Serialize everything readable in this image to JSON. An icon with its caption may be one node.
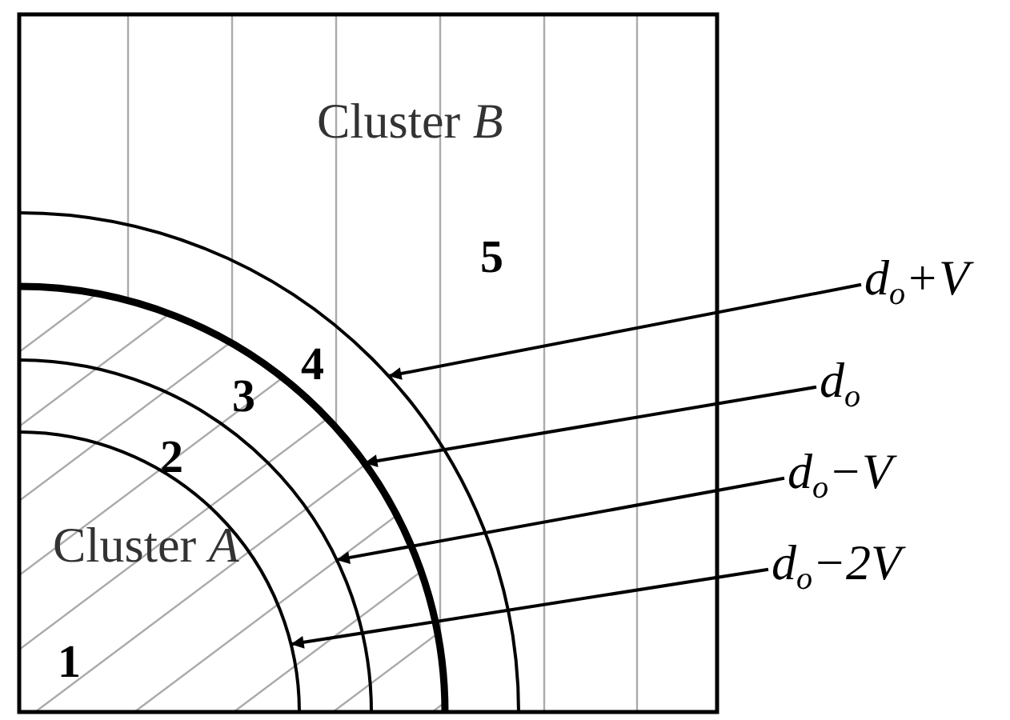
{
  "diagram": {
    "nodes": [
      {
        "text": [
          "d$_{o}$+V"
        ]
      },
      {
        "text": [
          "d$_{o}$"
        ]
      },
      {
        "text": [
          "d$_{o}$−V"
        ]
      },
      {
        "text": [
          "d$_{o}$−2V"
        ]
      }
    ],
    "edges": [
      {
        "from": 0,
        "to": null,
        "arrow": "to"
      },
      {
        "from": 1,
        "to": null,
        "arrow": "to"
      },
      {
        "from": 2,
        "to": null,
        "arrow": "to"
      },
      {
        "from": 3,
        "to": null,
        "arrow": "to"
      }
    ],
    "labels": [
      "Cluster *B*",
      "5",
      "4",
      "3",
      "2",
      "Cluster *A*",
      "1"
    ]
  }
}
